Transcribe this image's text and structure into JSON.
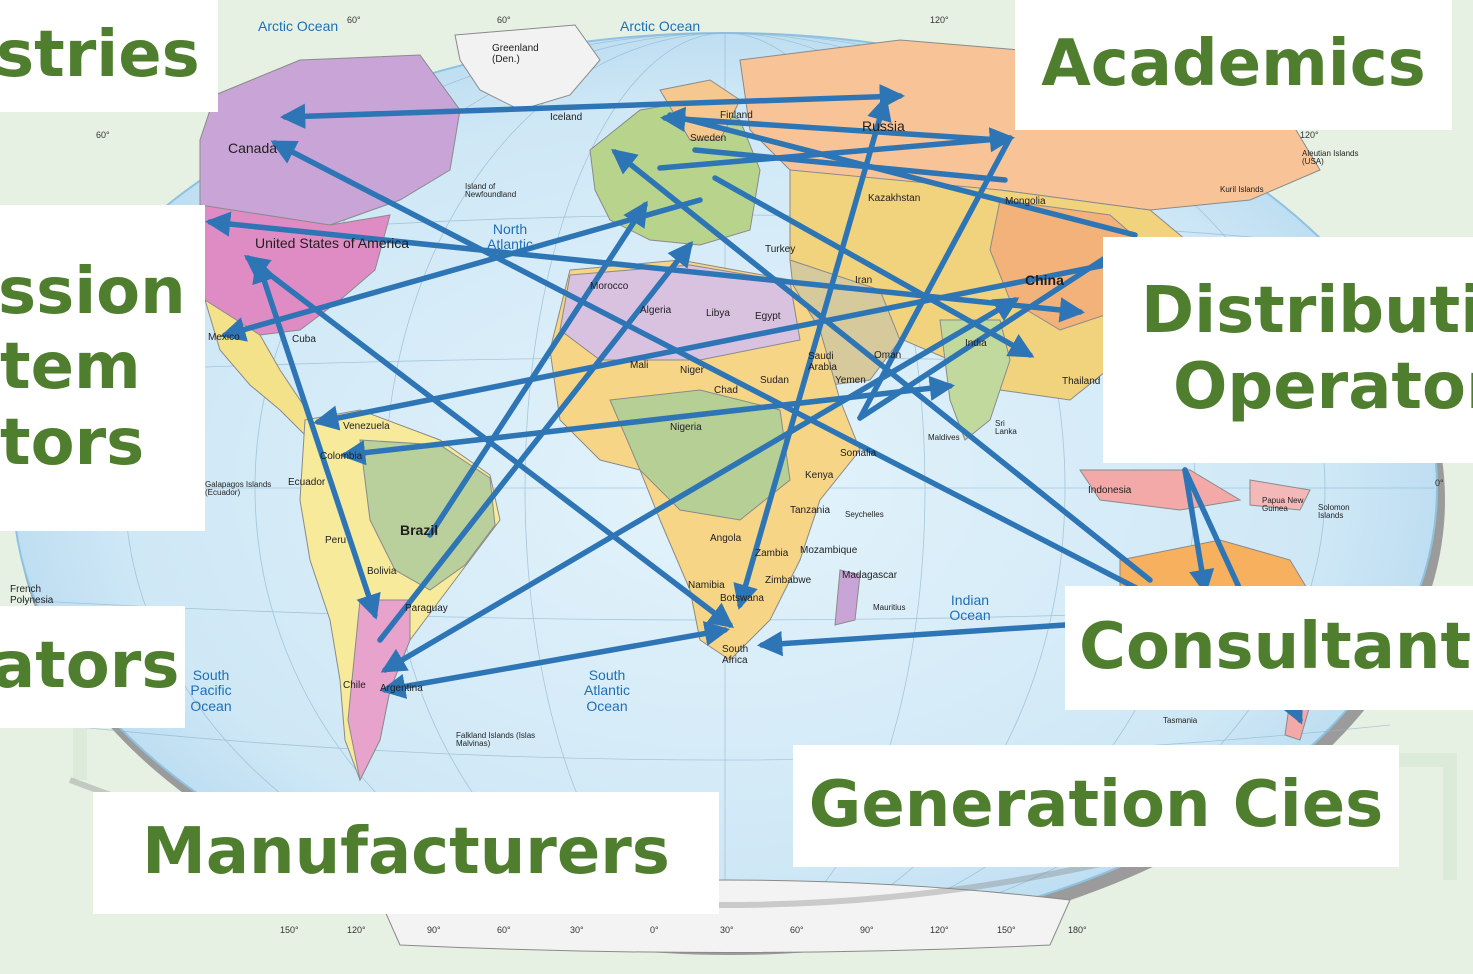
{
  "labels": {
    "industries": "stries",
    "academics": "Academics",
    "transmission": [
      "ssion",
      "tem",
      "tors"
    ],
    "distribution": [
      "Distributi",
      "Operator"
    ],
    "regulators": "ators",
    "consultants": "Consultant",
    "manufacturers": "Manufacturers",
    "generation": "Generation Cies"
  },
  "map_labels": {
    "countries": [
      {
        "text": "Canada",
        "cls": "country big"
      },
      {
        "text": "United States of America",
        "cls": "country big"
      },
      {
        "text": "Russia",
        "cls": "country big"
      },
      {
        "text": "Greenland (Den.)",
        "cls": "country"
      },
      {
        "text": "Iceland",
        "cls": "country"
      },
      {
        "text": "Finland",
        "cls": "country"
      },
      {
        "text": "Sweden",
        "cls": "country"
      },
      {
        "text": "Kazakhstan",
        "cls": "country"
      },
      {
        "text": "Mongolia",
        "cls": "country"
      },
      {
        "text": "China",
        "cls": "country big bold"
      },
      {
        "text": "India",
        "cls": "country"
      },
      {
        "text": "Iran",
        "cls": "country"
      },
      {
        "text": "Turkey",
        "cls": "country"
      },
      {
        "text": "Libya",
        "cls": "country"
      },
      {
        "text": "Egypt",
        "cls": "country"
      },
      {
        "text": "Sudan",
        "cls": "country"
      },
      {
        "text": "Chad",
        "cls": "country"
      },
      {
        "text": "Mali",
        "cls": "country"
      },
      {
        "text": "Morocco",
        "cls": "country"
      },
      {
        "text": "Algeria",
        "cls": "country"
      },
      {
        "text": "Niger",
        "cls": "country"
      },
      {
        "text": "Nigeria",
        "cls": "country"
      },
      {
        "text": "Kenya",
        "cls": "country"
      },
      {
        "text": "Tanzania",
        "cls": "country"
      },
      {
        "text": "Angola",
        "cls": "country"
      },
      {
        "text": "Zambia",
        "cls": "country"
      },
      {
        "text": "Namibia",
        "cls": "country"
      },
      {
        "text": "Botswana",
        "cls": "country"
      },
      {
        "text": "Mozambique",
        "cls": "country"
      },
      {
        "text": "Madagascar",
        "cls": "country"
      },
      {
        "text": "Zimbabwe",
        "cls": "country"
      },
      {
        "text": "South Africa",
        "cls": "country"
      },
      {
        "text": "Somalia",
        "cls": "country"
      },
      {
        "text": "Yemen",
        "cls": "country"
      },
      {
        "text": "Saudi Arabia",
        "cls": "country"
      },
      {
        "text": "Oman",
        "cls": "country"
      },
      {
        "text": "Brazil",
        "cls": "country big bold"
      },
      {
        "text": "Bolivia",
        "cls": "country"
      },
      {
        "text": "Peru",
        "cls": "country"
      },
      {
        "text": "Colombia",
        "cls": "country"
      },
      {
        "text": "Venezuela",
        "cls": "country"
      },
      {
        "text": "Ecuador",
        "cls": "country"
      },
      {
        "text": "Argentina",
        "cls": "country"
      },
      {
        "text": "Chile",
        "cls": "country"
      },
      {
        "text": "Paraguay",
        "cls": "country"
      },
      {
        "text": "Mexico",
        "cls": "country"
      },
      {
        "text": "Cuba",
        "cls": "country"
      },
      {
        "text": "Indonesia",
        "cls": "country"
      },
      {
        "text": "Thailand",
        "cls": "country"
      },
      {
        "text": "Papua New Guinea",
        "cls": "country tiny"
      },
      {
        "text": "Solomon Islands",
        "cls": "country tiny"
      },
      {
        "text": "Sri Lanka",
        "cls": "country tiny"
      },
      {
        "text": "Tasmania",
        "cls": "country tiny"
      },
      {
        "text": "Falkland Islands (Islas Malvinas)",
        "cls": "country tiny"
      },
      {
        "text": "French Polynesia",
        "cls": "country"
      },
      {
        "text": "Galapagos Islands (Ecuador)",
        "cls": "country tiny"
      },
      {
        "text": "Aleutian Islands (USA)",
        "cls": "country tiny"
      },
      {
        "text": "Kuril Islands",
        "cls": "country tiny"
      },
      {
        "text": "Maldives",
        "cls": "country tiny"
      },
      {
        "text": "Mauritius",
        "cls": "country tiny"
      },
      {
        "text": "Seychelles",
        "cls": "country tiny"
      },
      {
        "text": "Island of Newfoundland",
        "cls": "country tiny"
      }
    ],
    "oceans": [
      {
        "text": "Arctic Ocean"
      },
      {
        "text": "Arctic Ocean"
      },
      {
        "text": "North Atlantic"
      },
      {
        "text": "South Atlantic Ocean"
      },
      {
        "text": "Indian Ocean"
      },
      {
        "text": "South Pacific Ocean"
      }
    ],
    "degrees": [
      "150°",
      "120°",
      "90°",
      "60°",
      "30°",
      "0°",
      "30°",
      "60°",
      "90°",
      "120°",
      "150°",
      "180°",
      "60°",
      "60°",
      "120°",
      "60°",
      "0°",
      "120°"
    ]
  },
  "colors": {
    "arrow": "#2e75b6",
    "label_text": "#4f7f2e",
    "ocean": "#d6ebf6",
    "ocean_edge": "#a8d1ea"
  },
  "icons": [
    "arrow-head-icon"
  ]
}
